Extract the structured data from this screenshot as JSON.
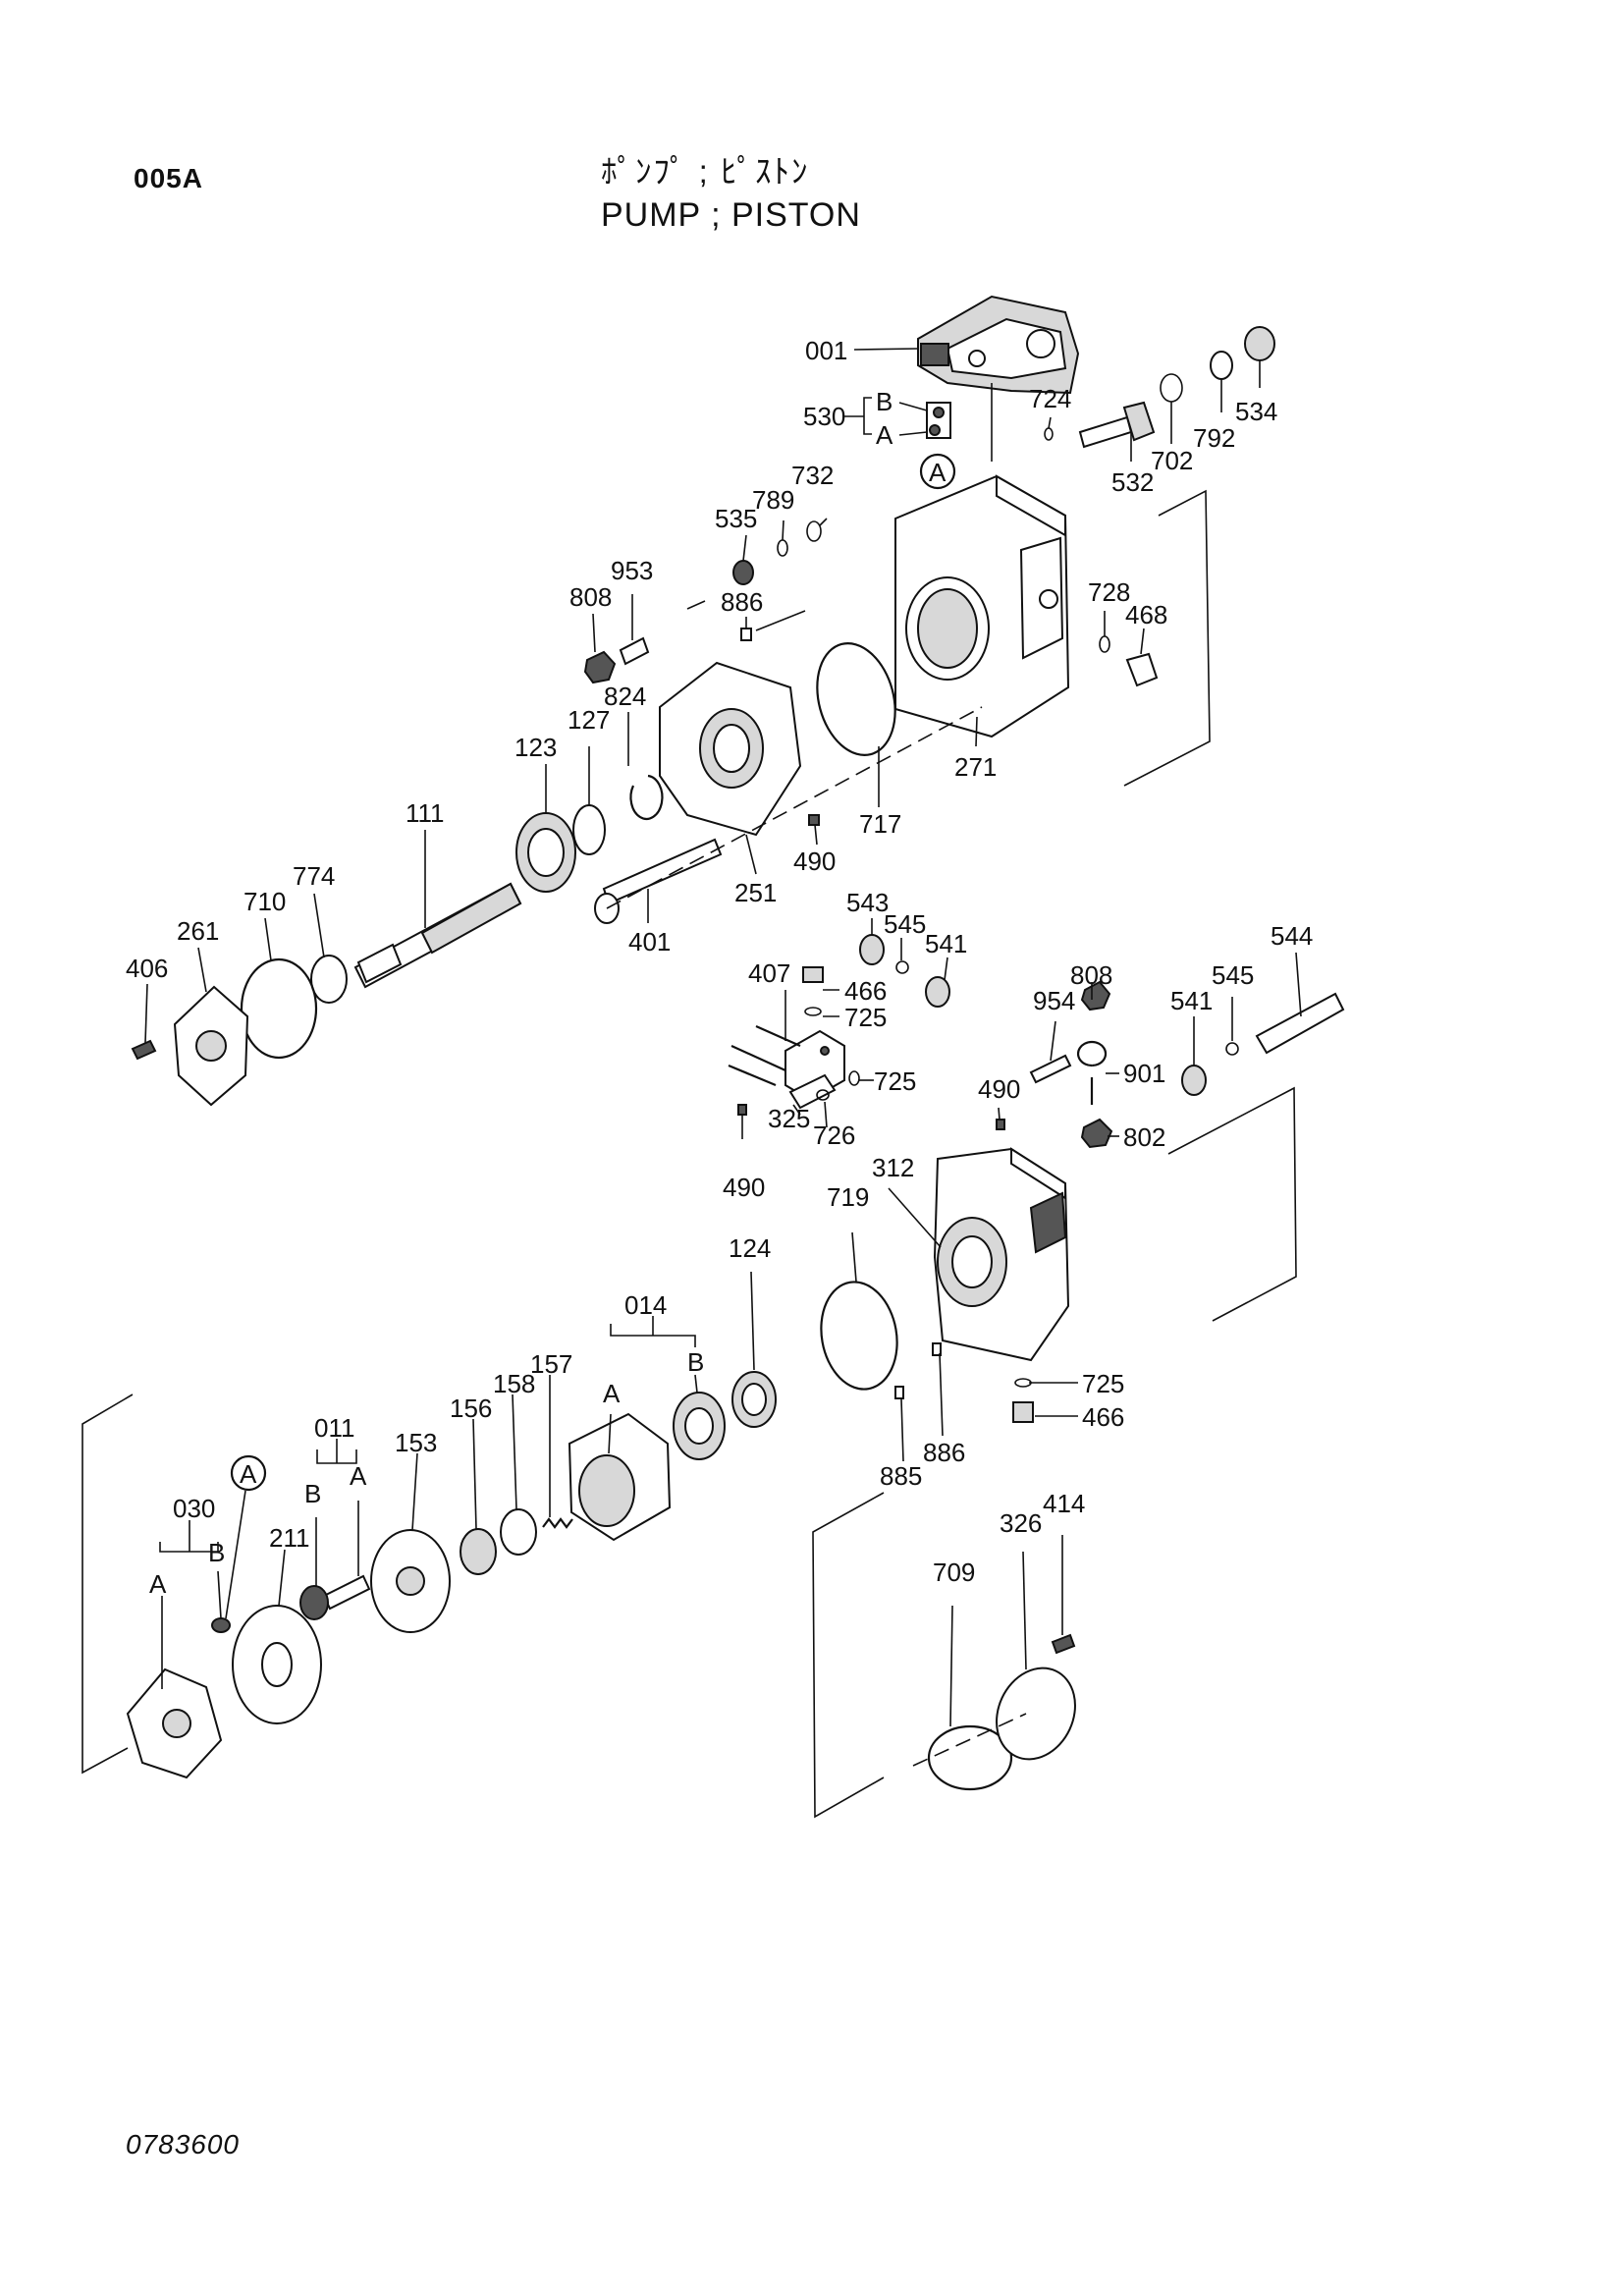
{
  "header": {
    "page_code": "005A",
    "title_jp": "ﾎﾟﾝﾌﾟ ; ﾋﾟｽﾄﾝ",
    "title_en": "PUMP ; PISTON"
  },
  "footer": {
    "doc_no": "0783600"
  },
  "callouts": {
    "c001": "001",
    "c530": "530",
    "c530b": "B",
    "c530a": "A",
    "c724": "724",
    "c534": "534",
    "c792": "792",
    "c702": "702",
    "c532": "532",
    "cA1": "A",
    "c732": "732",
    "c789": "789",
    "c535": "535",
    "c953": "953",
    "c808a": "808",
    "c886a": "886",
    "c728": "728",
    "c468": "468",
    "c127": "127",
    "c824": "824",
    "c123": "123",
    "c271": "271",
    "c717": "717",
    "c490a": "490",
    "c111": "111",
    "c251": "251",
    "c401": "401",
    "c774": "774",
    "c710": "710",
    "c261": "261",
    "c406": "406",
    "c543": "543",
    "c545a": "545",
    "c541a": "541",
    "c544": "544",
    "c407": "407",
    "c466a": "466",
    "c725a": "725",
    "c808b": "808",
    "c545b": "545",
    "c954": "954",
    "c541b": "541",
    "c901": "901",
    "c725b": "725",
    "c490b": "490",
    "c802": "802",
    "c726": "726",
    "c325": "325",
    "c490c": "490",
    "c312": "312",
    "c719": "719",
    "c124": "124",
    "c014": "014",
    "c014b": "B",
    "c014a": "A",
    "c157": "157",
    "c158": "158",
    "c156": "156",
    "c011": "011",
    "c153": "153",
    "c011b": "B",
    "c011a": "A",
    "cA2": "A",
    "c030": "030",
    "c030b": "B",
    "c030a": "A",
    "c211": "211",
    "c725c": "725",
    "c466b": "466",
    "c886b": "886",
    "c885": "885",
    "c414": "414",
    "c326": "326",
    "c709": "709"
  }
}
